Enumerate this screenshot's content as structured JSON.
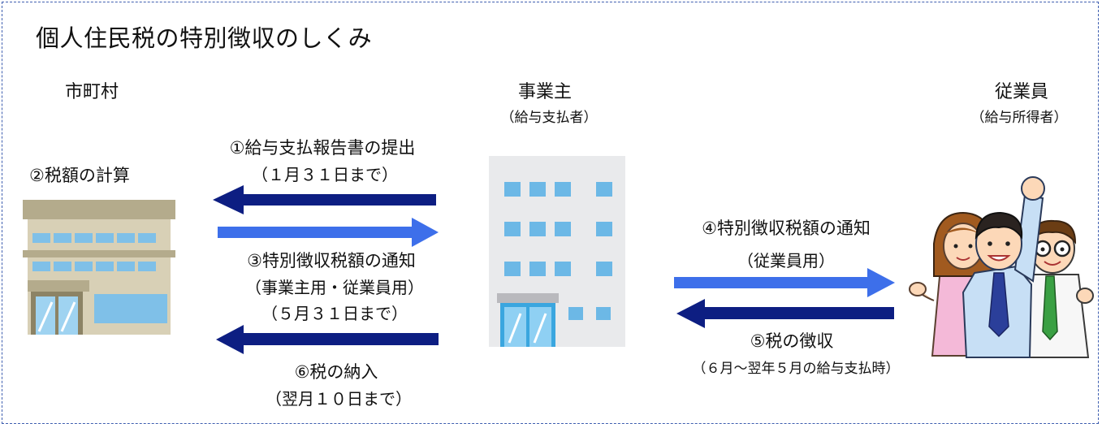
{
  "title": "個人住民税の特別徴収のしくみ",
  "actors": {
    "municipality": {
      "name": "市町村"
    },
    "employer": {
      "name": "事業主",
      "sub": "（給与支払者）"
    },
    "employees": {
      "name": "従業員",
      "sub": "（給与所得者）"
    }
  },
  "steps": {
    "s1": {
      "label": "①給与支払報告書の提出",
      "note": "（１月３１日まで）"
    },
    "s2": {
      "label": "②税額の計算"
    },
    "s3": {
      "label": "③特別徴収税額の通知",
      "note": "（事業主用・従業員用）",
      "note2": "（５月３１日まで）"
    },
    "s4": {
      "label": "④特別徴収税額の通知",
      "note": "（従業員用）"
    },
    "s5": {
      "label": "⑤税の徴収",
      "note": "（６月～翌年５月の給与支払時）"
    },
    "s6": {
      "label": "⑥税の納入",
      "note": "（翌月１０日まで）"
    }
  },
  "colors": {
    "dark_arrow": "#0d1e82",
    "light_arrow": "#3d6fea",
    "frame": "#3f5fb0",
    "window": "#7bc3ee"
  },
  "icons": [
    "city-hall-icon",
    "office-building-icon",
    "employees-group-icon"
  ]
}
